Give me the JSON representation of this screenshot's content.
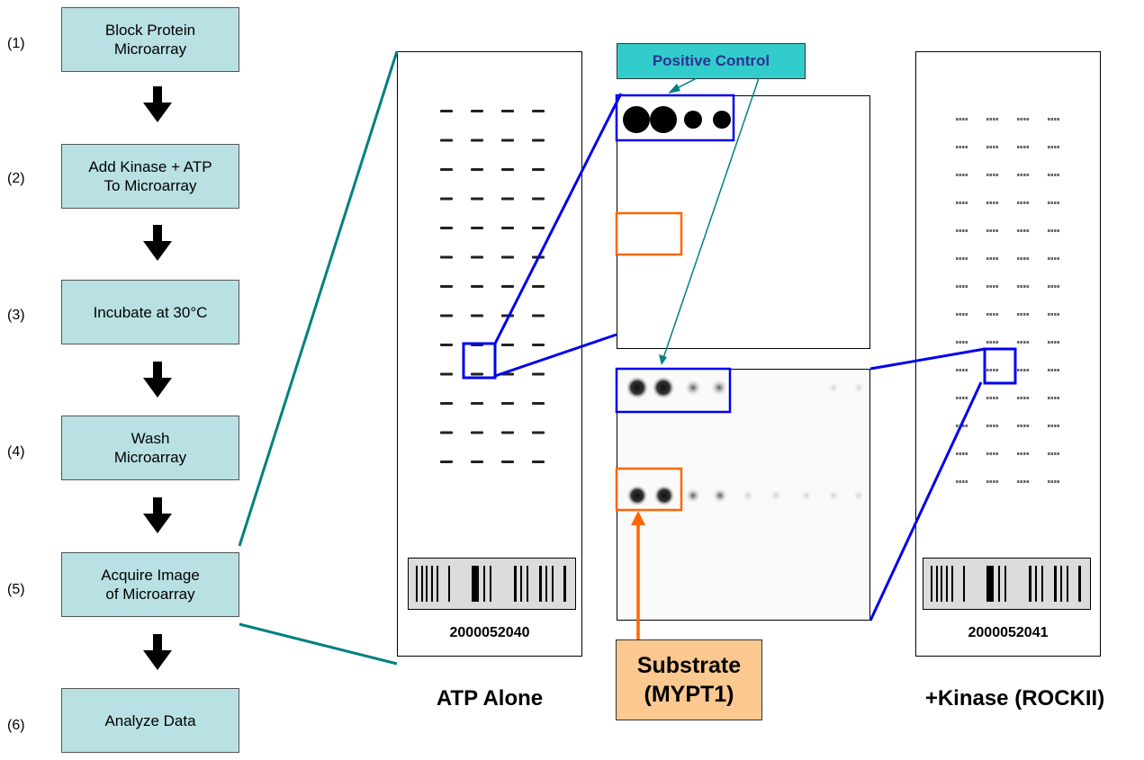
{
  "steps": [
    {
      "num": "(1)",
      "label": "Block Protein\nMicroarray"
    },
    {
      "num": "(2)",
      "label": "Add Kinase + ATP\nTo Microarray"
    },
    {
      "num": "(3)",
      "label": "Incubate at 30°C"
    },
    {
      "num": "(4)",
      "label": "Wash\nMicroarray"
    },
    {
      "num": "(5)",
      "label": "Acquire Image\nof Microarray"
    },
    {
      "num": "(6)",
      "label": "Analyze Data"
    }
  ],
  "left_slide": {
    "barcode_id": "2000052040",
    "caption": "ATP Alone"
  },
  "right_slide": {
    "barcode_id": "2000052041",
    "caption": "+Kinase (ROCKII)"
  },
  "callouts": {
    "positive_control": "Positive Control",
    "substrate": "Substrate\n(MYPT1)"
  },
  "colors": {
    "step_fill": "#b9e1e3",
    "teal_line": "#008080",
    "blue_box": "#0000ee",
    "orange_box": "#ff6600",
    "positive_control_fill": "#33cccc",
    "substrate_fill": "#fbc88f"
  }
}
